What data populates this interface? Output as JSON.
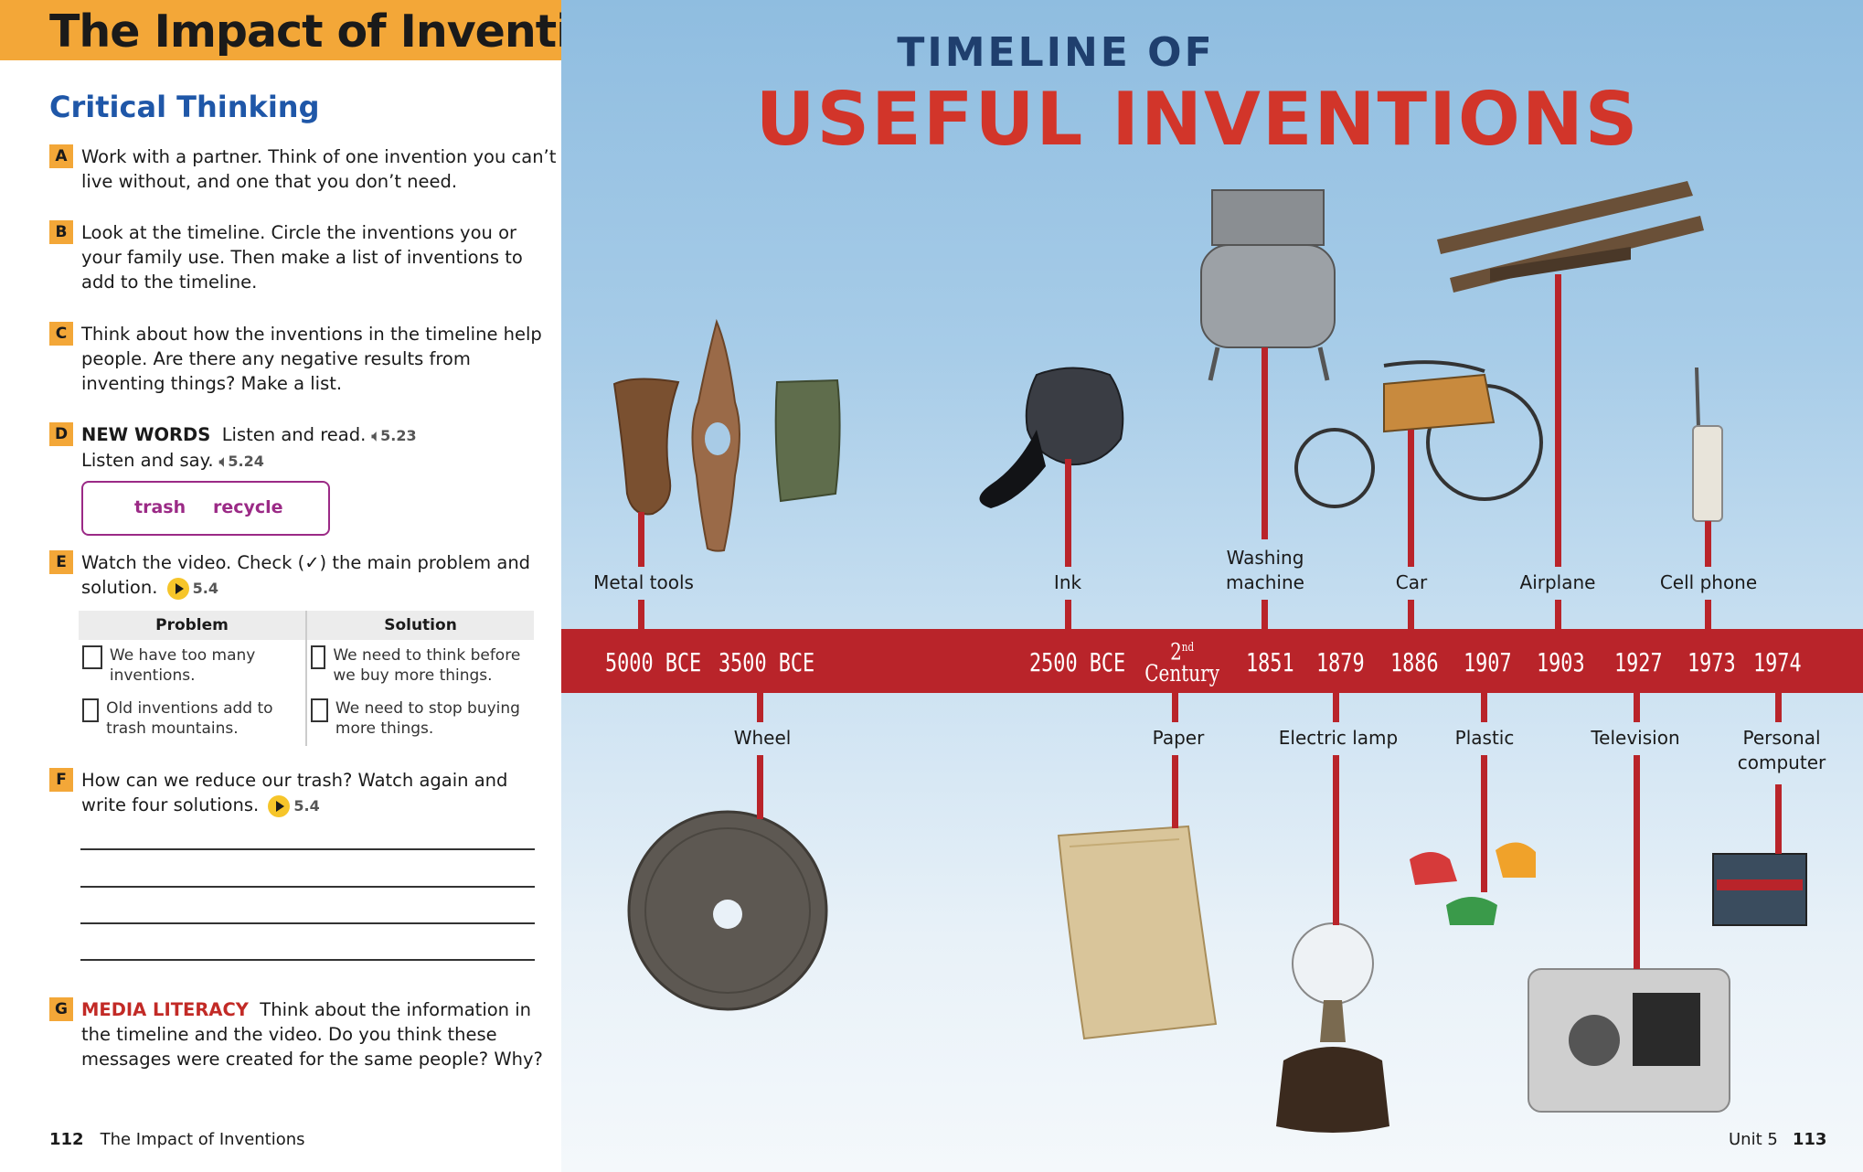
{
  "left": {
    "title": "The Impact of Inventions",
    "heading": "Critical Thinking",
    "items": {
      "A": {
        "letter": "A",
        "text": "Work with a partner. Think of one invention you can’t live without, and one that you don’t need."
      },
      "B": {
        "letter": "B",
        "text": "Look at the timeline. Circle the inventions you or your family use. Then make a list of inventions to add to the timeline."
      },
      "C": {
        "letter": "C",
        "text": "Think about how the inventions in the timeline help people. Are there any negative results from inventing things? Make a list."
      },
      "D": {
        "letter": "D",
        "label": "NEW WORDS",
        "line1": "Listen and read.",
        "audio1": "5.23",
        "line2": "Listen and say.",
        "audio2": "5.24"
      },
      "E": {
        "letter": "E",
        "text": "Watch the video. Check (✓) the main problem and solution.",
        "video": "5.4"
      },
      "F": {
        "letter": "F",
        "text": "How can we reduce our trash? Watch again and write four solutions.",
        "video": "5.4"
      },
      "G": {
        "letter": "G",
        "label": "MEDIA LITERACY",
        "text": "Think about the information in the timeline and the video. Do you think these messages were created for the same people? Why?"
      }
    },
    "words": [
      "trash",
      "recycle"
    ],
    "table": {
      "headers": [
        "Problem",
        "Solution"
      ],
      "rows": [
        [
          "We have too many inventions.",
          "We need to think before we buy more things."
        ],
        [
          "Old inventions add to trash mountains.",
          "We need to stop buying more things."
        ]
      ]
    },
    "footer": {
      "page": "112",
      "text": "The Impact of Inventions"
    }
  },
  "right": {
    "title_top": "TIMELINE OF",
    "title_main": "USEFUL INVENTIONS",
    "years": [
      "5000 BCE",
      "3500 BCE",
      "2500 BCE",
      "1851",
      "1879",
      "1886",
      "1907",
      "1903",
      "1927",
      "1973",
      "1974"
    ],
    "century": {
      "num": "2",
      "sup": "nd",
      "word": "Century"
    },
    "labels_top": {
      "metal": "Metal tools",
      "ink": "Ink",
      "washing1": "Washing",
      "washing2": "machine",
      "car": "Car",
      "airplane": "Airplane",
      "cell": "Cell phone"
    },
    "labels_bottom": {
      "wheel": "Wheel",
      "paper": "Paper",
      "lamp": "Electric lamp",
      "plastic": "Plastic",
      "tv": "Television",
      "pc1": "Personal",
      "pc2": "computer"
    },
    "footer": {
      "unit": "Unit 5",
      "page": "113"
    },
    "colors": {
      "band": "#b9242a",
      "title_main": "#d2352a",
      "title_top": "#1f3f6e"
    }
  }
}
